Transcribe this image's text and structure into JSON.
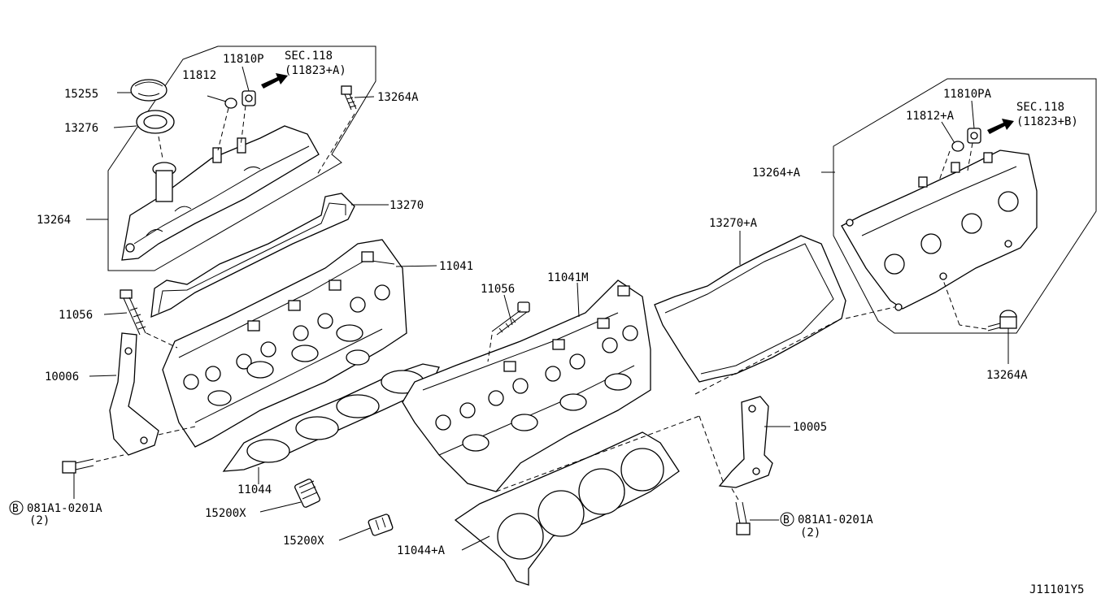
{
  "diagram_code": "J11101Y5",
  "labels": {
    "p15255": "15255",
    "p13276": "13276",
    "p11812": "11812",
    "p11810p": "11810P",
    "sec118_a_1": "SEC.118",
    "sec118_a_2": "(11823+A)",
    "p13264a_top": "13264A",
    "p13264": "13264",
    "p13270": "13270",
    "p11041": "11041",
    "p11056_left": "11056",
    "p10006": "10006",
    "bolt_left_1": "081A1-0201A",
    "bolt_left_2": "(2)",
    "p11044": "11044",
    "p15200x_1": "15200X",
    "p15200x_2": "15200X",
    "p11056_mid": "11056",
    "p11041m": "11041M",
    "p11044a": "11044+A",
    "p13270a": "13270+A",
    "p11810pa": "11810PA",
    "p11812a": "11812+A",
    "sec118_b_1": "SEC.118",
    "sec118_b_2": "(11823+B)",
    "p13264_plus_a": "13264+A",
    "p13264a_right": "13264A",
    "p10005": "10005",
    "bolt_right_1": "081A1-0201A",
    "bolt_right_2": "(2)",
    "bolt_symbol": "B"
  }
}
